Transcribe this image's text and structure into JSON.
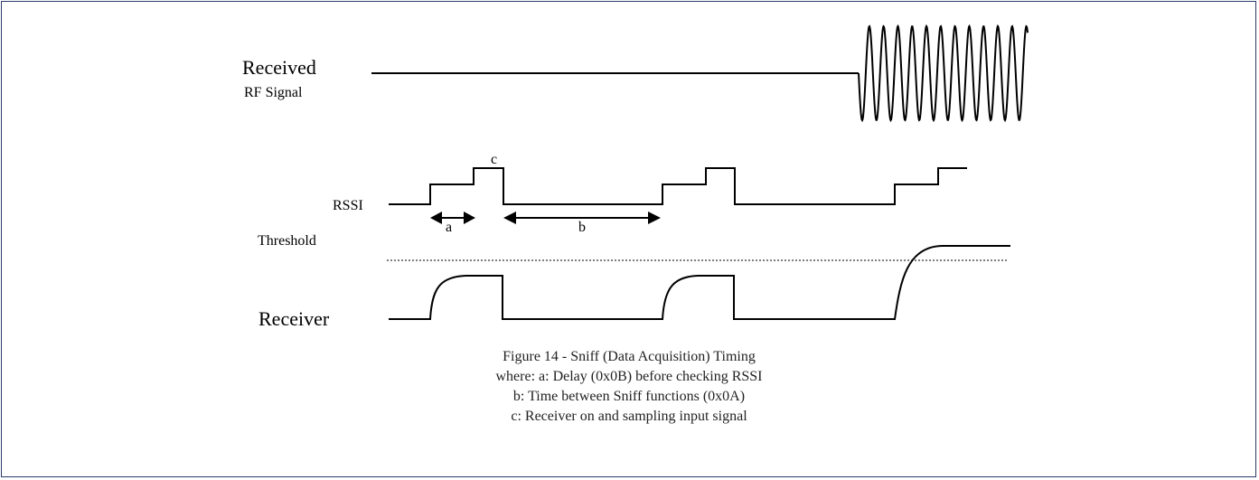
{
  "labels": {
    "received": "Received",
    "rf_signal": "RF Signal",
    "rssi": "RSSI",
    "threshold": "Threshold",
    "receiver": "Receiver",
    "marker_a": "a",
    "marker_b": "b",
    "marker_c": "c"
  },
  "caption": {
    "line1": "Figure 14 - Sniff (Data Acquisition) Timing",
    "line2": "where: a: Delay (0x0B) before checking RSSI",
    "line3": "b: Time between Sniff functions (0x0A)",
    "line4": "c: Receiver on and sampling input signal"
  },
  "colors": {
    "frame_border": "#2a3a6a",
    "trace": "#000000",
    "threshold_line": "#555555"
  }
}
